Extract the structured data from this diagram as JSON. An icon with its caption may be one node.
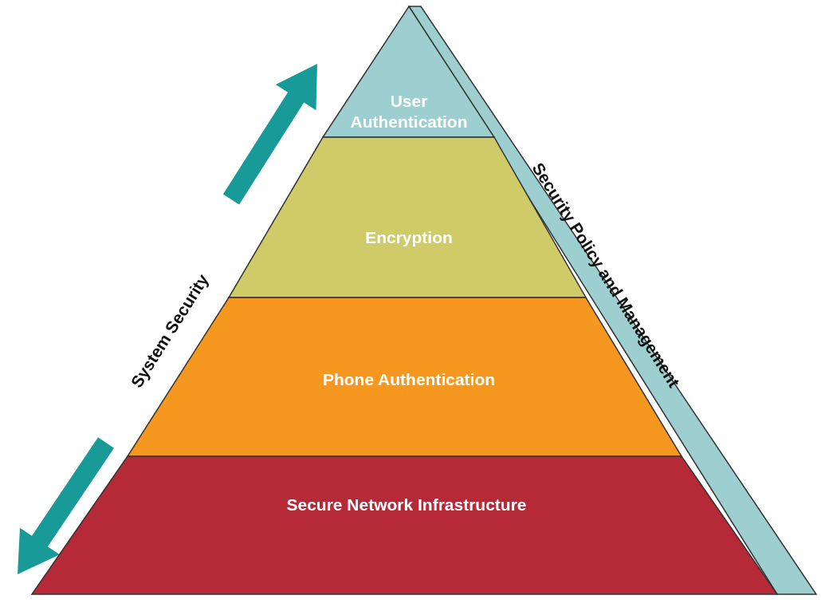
{
  "diagram": {
    "nodes": [
      {
        "text": [
          "User Authentication"
        ]
      },
      {
        "text": [
          "Encryption"
        ]
      },
      {
        "text": [
          "Phone Authentication"
        ]
      },
      {
        "text": [
          "Secure Network Infrastructure"
        ]
      },
      {
        "text": [
          "Security Policy and Management"
        ]
      }
    ],
    "labels": [
      "System Security"
    ]
  }
}
